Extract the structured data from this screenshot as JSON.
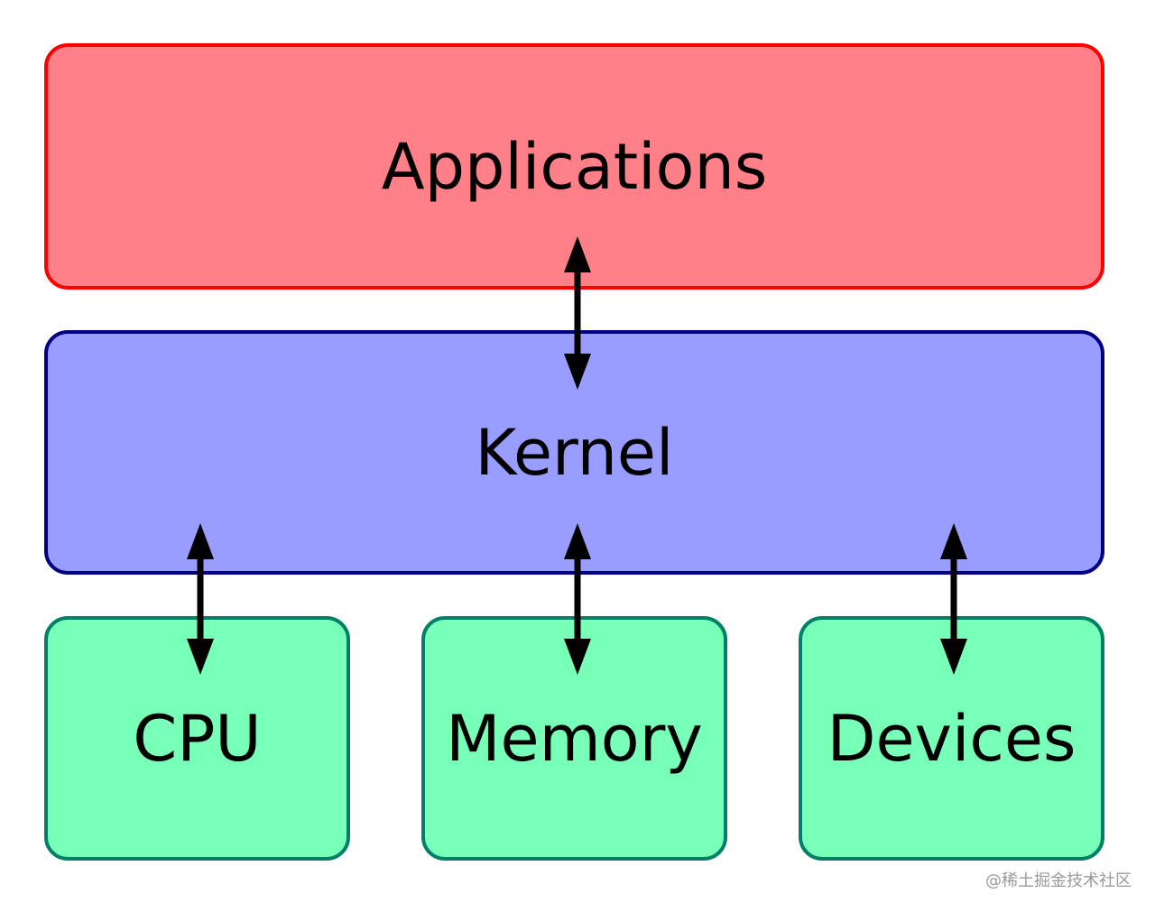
{
  "layers": {
    "applications": {
      "label": "Applications",
      "fill": "#ff8088",
      "stroke": "#ff0000"
    },
    "kernel": {
      "label": "Kernel",
      "fill": "#989dff",
      "stroke": "#000080"
    }
  },
  "hardware": [
    {
      "label": "CPU"
    },
    {
      "label": "Memory"
    },
    {
      "label": "Devices"
    }
  ],
  "hardware_style": {
    "fill": "#78ffb8",
    "stroke": "#008066"
  },
  "arrows": {
    "color": "#000000",
    "links": [
      {
        "from": "Applications",
        "to": "Kernel"
      },
      {
        "from": "Kernel",
        "to": "CPU"
      },
      {
        "from": "Kernel",
        "to": "Memory"
      },
      {
        "from": "Kernel",
        "to": "Devices"
      }
    ]
  },
  "watermark": "@稀土掘金技术社区"
}
